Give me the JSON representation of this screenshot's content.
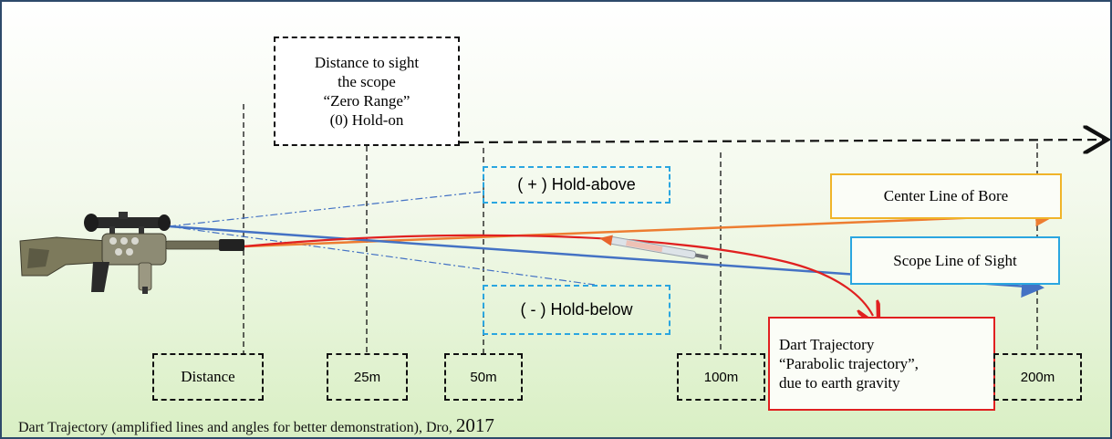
{
  "zero_range": {
    "line1": "Distance to sight",
    "line2": "the scope",
    "line3": "“Zero Range”",
    "line4": "(0) Hold-on"
  },
  "hold_above": "( + ) Hold-above",
  "hold_below": "( - ) Hold-below",
  "center_line_of_bore": "Center Line of Bore",
  "scope_line_of_sight": "Scope Line of Sight",
  "dart_trajectory": {
    "line1": "Dart Trajectory",
    "line2": "“Parabolic trajectory”,",
    "line3": "due to earth gravity"
  },
  "distances": {
    "label": "Distance",
    "d25": "25m",
    "d50": "50m",
    "d100": "100m",
    "d200": "200m"
  },
  "caption": {
    "text": "Dart Trajectory (amplified lines and angles for better demonstration), Dro, ",
    "year": "2017"
  },
  "colors": {
    "bore": "#ed7d31",
    "sight": "#4472c4",
    "trajectory": "#e02020",
    "hold_lines": "#4472c4"
  },
  "icons": [
    "rifle-icon",
    "dart-icon"
  ]
}
